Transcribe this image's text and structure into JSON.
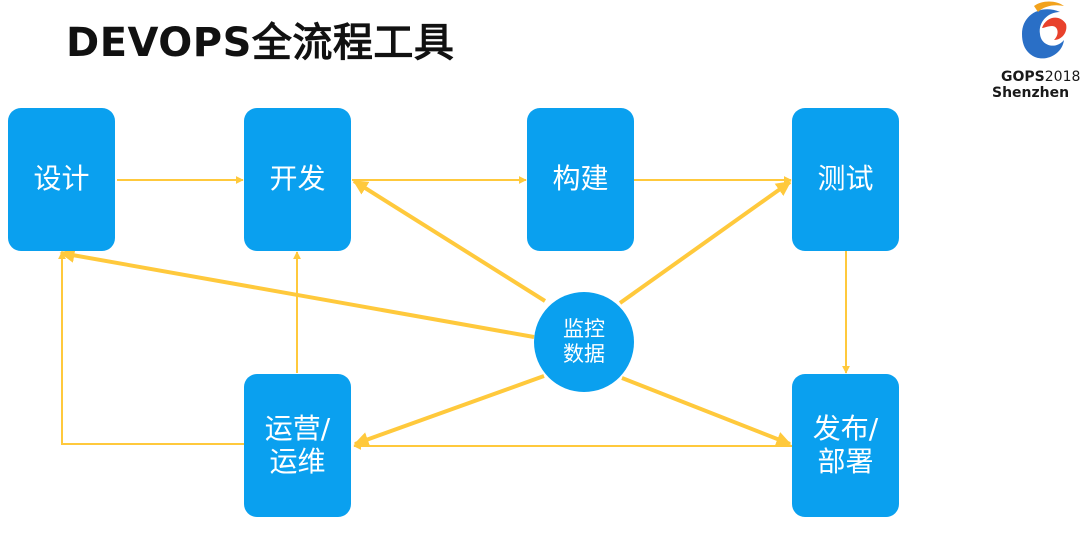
{
  "title": "DEVOPS全流程工具",
  "logo": {
    "line1_bold": "GOPS",
    "line1_year": "2018",
    "line2": "Shenzhen"
  },
  "nodes": {
    "design": "设计",
    "develop": "开发",
    "build": "构建",
    "test": "测试",
    "ops": "运营/\n运维",
    "release": "发布/\n部署",
    "monitor": "监控\n数据"
  },
  "colors": {
    "box": "#0aa0ef",
    "arrow": "#ffc93c",
    "title": "#111111"
  }
}
